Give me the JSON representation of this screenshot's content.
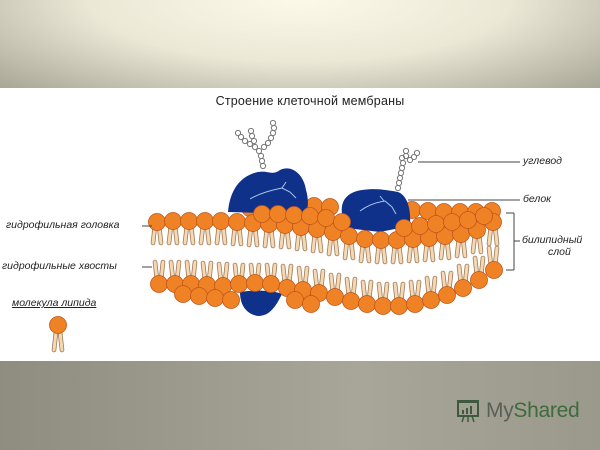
{
  "slide": {
    "title": "Строение клеточной мембраны",
    "labels": {
      "left": [
        {
          "id": "head",
          "text": "гидрофильная головка"
        },
        {
          "id": "tails",
          "text": "гидрофильные хвосты"
        }
      ],
      "right": [
        {
          "id": "carbohydrate",
          "text": "углевод"
        },
        {
          "id": "protein",
          "text": "белок"
        },
        {
          "id": "bilayer_line1",
          "text": "билипидный"
        },
        {
          "id": "bilayer_line2",
          "text": "слой"
        }
      ],
      "legend": "молекула липида"
    },
    "colors": {
      "lipid_head": "#f08226",
      "lipid_head_outline": "#c0561a",
      "lipid_tail": "#f6d9b4",
      "lipid_tail_outline": "#9d7a55",
      "protein": "#10318a",
      "carbohydrate": "#888888"
    }
  },
  "watermark": {
    "brand_prefix": "My",
    "brand_suffix": "Shared",
    "icon": "presentation-board-icon"
  }
}
